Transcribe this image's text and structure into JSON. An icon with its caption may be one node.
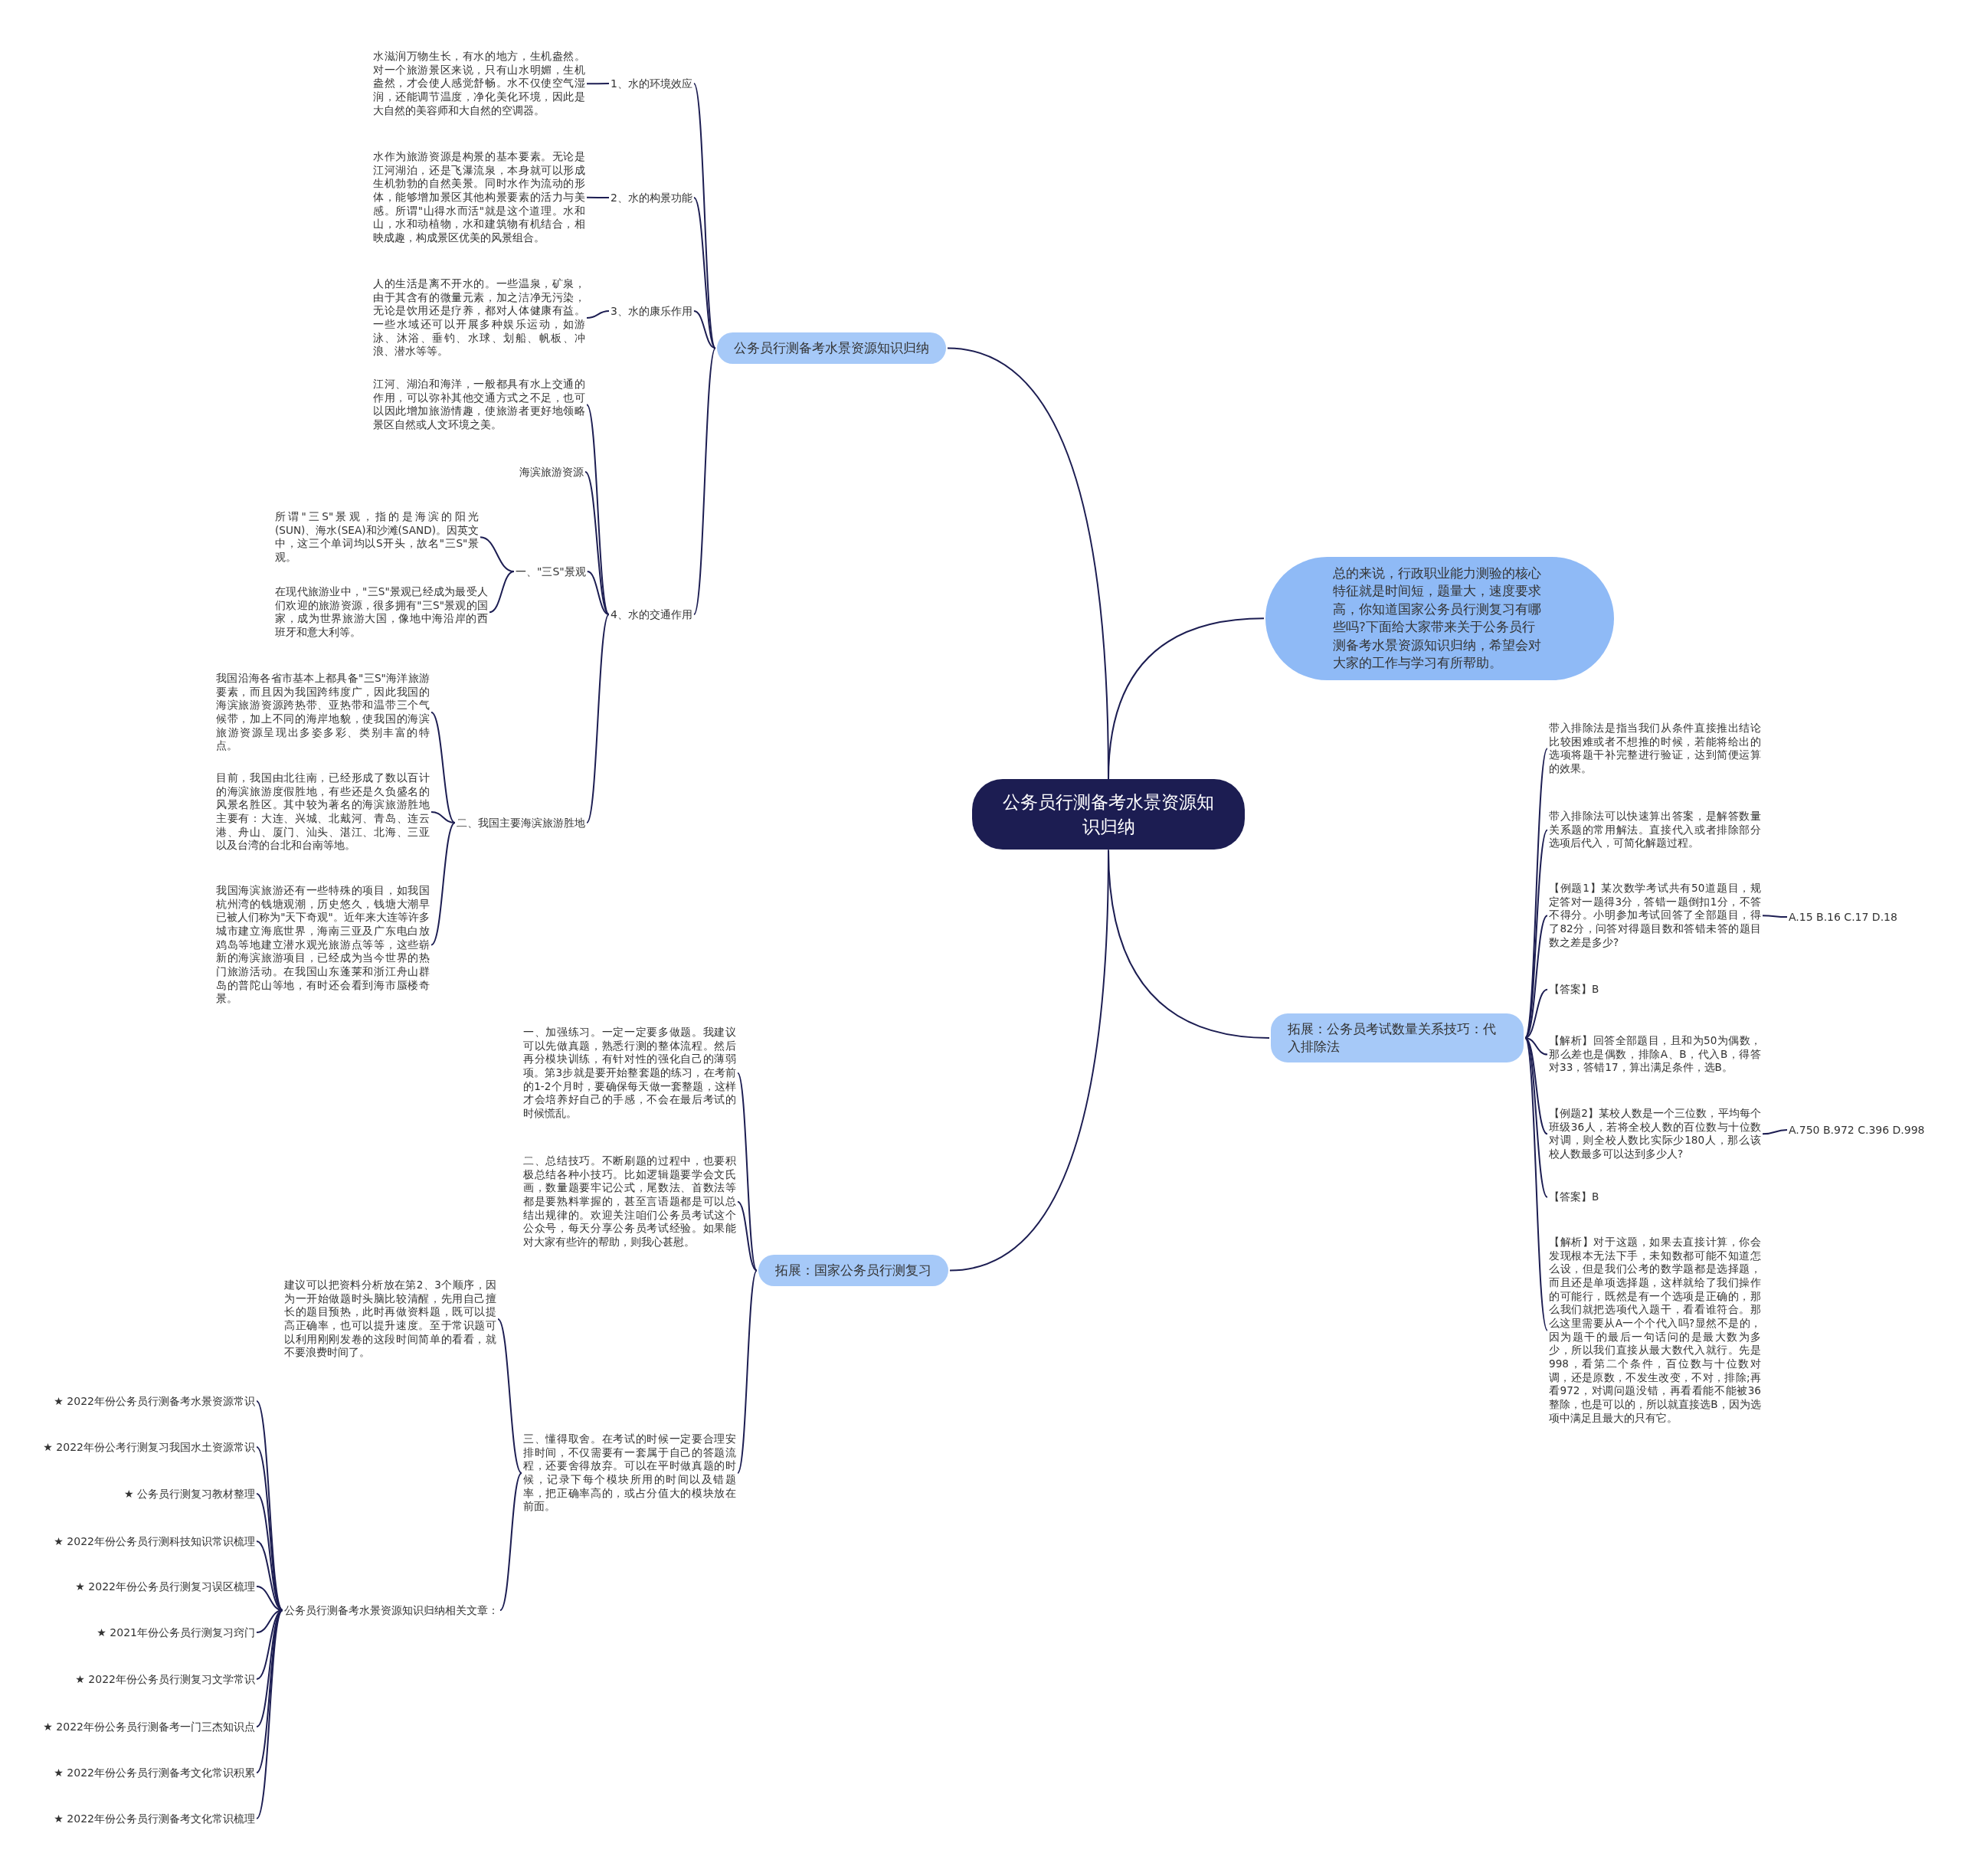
{
  "diagram": {
    "nodes": [
      {
        "text": [
          "公务员行测备考水景资源知识归纳"
        ]
      },
      {
        "text": [
          "公务员行测备考水景资源知识归纳"
        ]
      },
      {
        "text": [
          "1、水的环境效应"
        ]
      },
      {
        "text": [
          "水滋润万物生长，有水的地方，生机盎然。对一个旅游景区来说，只有山水明媚，生机盎然，才会使人感觉舒畅。水不仅使空气湿润，还能调节温度，净化美化环境，因此是大自然的美容师和大自然的空调器。"
        ]
      },
      {
        "text": [
          "2、水的构景功能"
        ]
      },
      {
        "text": [
          "水作为旅游资源是构景的基本要素。无论是江河湖泊，还是飞瀑流泉，本身就可以形成生机勃勃的自然美景。同时水作为流动的形体，能够增加景区其他构景要素的活力与美感。所谓\"山得水而活\"就是这个道理。水和山，水和动植物，水和建筑物有机结合，相映成趣，构成景区优美的风景组合。"
        ]
      },
      {
        "text": [
          "3、水的康乐作用"
        ]
      },
      {
        "text": [
          "人的生活是离不开水的。一些温泉，矿泉，由于其含有的微量元素，加之洁净无污染，无论是饮用还是疗养，都对人体健康有益。一些水域还可以开展多种娱乐运动，如游泳、沐浴、垂钓、水球、划船、帆板、冲浪、潜水等等。"
        ]
      },
      {
        "text": [
          "4、水的交通作用"
        ]
      },
      {
        "text": [
          "江河、湖泊和海洋，一般都具有水上交通的作用，可以弥补其他交通方式之不足，也可以因此增加旅游情趣，使旅游者更好地领略景区自然或人文环境之美。"
        ]
      },
      {
        "text": [
          "海滨旅游资源"
        ]
      },
      {
        "text": [
          "一、\"三S\"景观"
        ]
      },
      {
        "text": [
          "所谓\"三S\"景观，指的是海滨的阳光(SUN)、海水(SEA)和沙滩(SAND)。因英文中，这三个单词均以S开头，故名\"三S\"景观。"
        ]
      },
      {
        "text": [
          "在现代旅游业中，\"三S\"景观已经成为最受人们欢迎的旅游资源，很多拥有\"三S\"景观的国家，成为世界旅游大国，像地中海沿岸的西班牙和意大利等。"
        ]
      },
      {
        "text": [
          "二、我国主要海滨旅游胜地"
        ]
      },
      {
        "text": [
          "我国沿海各省市基本上都具备\"三S\"海洋旅游要素，而且因为我国跨纬度广，因此我国的海滨旅游资源跨热带、亚热带和温带三个气候带，加上不同的海岸地貌，使我国的海滨旅游资源呈现出多姿多彩、类别丰富的特点。"
        ]
      },
      {
        "text": [
          "目前，我国由北往南，已经形成了数以百计的海滨旅游度假胜地，有些还是久负盛名的风景名胜区。其中较为著名的海滨旅游胜地主要有：大连、兴城、北戴河、青岛、连云港、舟山、厦门、汕头、湛江、北海、三亚以及台湾的台北和台南等地。"
        ]
      },
      {
        "text": [
          "我国海滨旅游还有一些特殊的项目，如我国杭州湾的钱塘观潮，历史悠久，钱塘大潮早已被人们称为\"天下奇观\"。近年来大连等许多城市建立海底世界，海南三亚及广东电白放鸡岛等地建立潜水观光旅游点等等，这些崭新的海滨旅游项目，已经成为当今世界的热门旅游活动。在我国山东蓬莱和浙江舟山群岛的普陀山等地，有时还会看到海市蜃楼奇景。"
        ]
      },
      {
        "text": [
          "总的来说，行政职业能力测验的核心特征就是时间短，题量大，速度要求高，你知道国家公务员行测复习有哪些吗?下面给大家带来关于公务员行测备考水景资源知识归纳，希望会对大家的工作与学习有所帮助。"
        ]
      },
      {
        "text": [
          "拓展：公务员考试数量关系技巧：代入排除法"
        ]
      },
      {
        "text": [
          "带入排除法是指当我们从条件直接推出结论比较困难或者不想推的时候，若能将给出的选项将题干补完整进行验证，达到简便运算的效果。"
        ]
      },
      {
        "text": [
          "带入排除法可以快速算出答案，是解答数量关系题的常用解法。直接代入或者排除部分选项后代入，可简化解题过程。"
        ]
      },
      {
        "text": [
          "【例题1】某次数学考试共有50道题目，规定答对一题得3分，答错一题倒扣1分，不答不得分。小明参加考试回答了全部题目，得了82分，问答对得题目数和答错未答的题目数之差是多少?"
        ]
      },
      {
        "text": [
          "A.15 B.16 C.17 D.18"
        ]
      },
      {
        "text": [
          "【答案】B"
        ]
      },
      {
        "text": [
          "【解析】回答全部题目，且和为50为偶数，那么差也是偶数，排除A、B，代入B，得答对33，答错17，算出满足条件，选B。"
        ]
      },
      {
        "text": [
          "【例题2】某校人数是一个三位数，平均每个班级36人，若将全校人数的百位数与十位数对调，则全校人数比实际少180人，那么该校人数最多可以达到多少人?"
        ]
      },
      {
        "text": [
          "A.750 B.972 C.396 D.998"
        ]
      },
      {
        "text": [
          "【答案】B"
        ]
      },
      {
        "text": [
          "【解析】对于这题，如果去直接计算，你会发现根本无法下手，未知数都可能不知道怎么设，但是我们公考的数学题都是选择题，而且还是单项选择题，这样就给了我们操作的可能行，既然是有一个选项是正确的，那么我们就把选项代入题干，看看谁符合。那么这里需要从A一个个代入吗?显然不是的，因为题干的最后一句话问的是最大数为多少，所以我们直接从最大数代入就行。先是998，看第二个条件，百位数与十位数对调，还是原数，不发生改变，不对，排除;再看972，对调问题没错，再看看能不能被36整除，也是可以的，所以就直接选B，因为选项中满足且最大的只有它。"
        ]
      },
      {
        "text": [
          "拓展：国家公务员行测复习"
        ]
      },
      {
        "text": [
          "一、加强练习。一定一定要多做题。我建议可以先做真题，熟悉行测的整体流程。然后再分模块训练，有针对性的强化自己的薄弱项。第3步就是要开始整套题的练习，在考前的1-2个月时，要确保每天做一套整题，这样才会培养好自己的手感，不会在最后考试的时候慌乱。"
        ]
      },
      {
        "text": [
          "二、总结技巧。不断刷题的过程中，也要积极总结各种小技巧。比如逻辑题要学会文氏画，数量题要牢记公式，尾数法、首数法等都是要熟料掌握的，甚至言语题都是可以总结出规律的。欢迎关注咱们公务员考试这个公众号，每天分享公务员考试经验。如果能对大家有些许的帮助，则我心甚慰。"
        ]
      },
      {
        "text": [
          "三、懂得取舍。在考试的时候一定要合理安排时间，不仅需要有一套属于自己的答题流程，还要舍得放弃。可以在平时做真题的时候，记录下每个模块所用的时间以及错题率，把正确率高的，或占分值大的模块放在前面。"
        ]
      },
      {
        "text": [
          "建议可以把资料分析放在第2、3个顺序，因为一开始做题时头脑比较清醒，先用自己擅长的题目预热，此时再做资料题，既可以提高正确率，也可以提升速度。至于常识题可以利用刚刚发卷的这段时间简单的看看，就不要浪费时间了。"
        ]
      },
      {
        "text": [
          "公务员行测备考水景资源知识归纳相关文章："
        ]
      },
      {
        "text": [
          "★ 2022年份公务员行测备考水景资源常识"
        ]
      },
      {
        "text": [
          "★ 2022年份公考行测复习我国水土资源常识"
        ]
      },
      {
        "text": [
          "★ 公务员行测复习教材整理"
        ]
      },
      {
        "text": [
          "★ 2022年份公务员行测科技知识常识梳理"
        ]
      },
      {
        "text": [
          "★ 2022年份公务员行测复习误区梳理"
        ]
      },
      {
        "text": [
          "★ 2021年份公务员行测复习窍门"
        ]
      },
      {
        "text": [
          "★ 2022年份公务员行测复习文学常识"
        ]
      },
      {
        "text": [
          "★ 2022年份公务员行测备考一门三杰知识点"
        ]
      },
      {
        "text": [
          "★ 2022年份公务员行测备考文化常识积累"
        ]
      },
      {
        "text": [
          "★ 2022年份公务员行测备考文化常识梳理"
        ]
      }
    ],
    "edges": [
      {
        "from": 0,
        "to": 1,
        "arrow": "none"
      },
      {
        "from": 0,
        "to": 18,
        "arrow": "none"
      },
      {
        "from": 0,
        "to": 19,
        "arrow": "none"
      },
      {
        "from": 0,
        "to": 30,
        "arrow": "none"
      },
      {
        "from": 1,
        "to": 2,
        "arrow": "none"
      },
      {
        "from": 1,
        "to": 4,
        "arrow": "none"
      },
      {
        "from": 1,
        "to": 6,
        "arrow": "none"
      },
      {
        "from": 1,
        "to": 8,
        "arrow": "none"
      },
      {
        "from": 2,
        "to": 3,
        "arrow": "none"
      },
      {
        "from": 4,
        "to": 5,
        "arrow": "none"
      },
      {
        "from": 6,
        "to": 7,
        "arrow": "none"
      },
      {
        "from": 8,
        "to": 9,
        "arrow": "none"
      },
      {
        "from": 8,
        "to": 10,
        "arrow": "none"
      },
      {
        "from": 8,
        "to": 11,
        "arrow": "none"
      },
      {
        "from": 8,
        "to": 14,
        "arrow": "none"
      },
      {
        "from": 11,
        "to": 12,
        "arrow": "none"
      },
      {
        "from": 11,
        "to": 13,
        "arrow": "none"
      },
      {
        "from": 14,
        "to": 15,
        "arrow": "none"
      },
      {
        "from": 14,
        "to": 16,
        "arrow": "none"
      },
      {
        "from": 14,
        "to": 17,
        "arrow": "none"
      },
      {
        "from": 19,
        "to": 20,
        "arrow": "none"
      },
      {
        "from": 19,
        "to": 21,
        "arrow": "none"
      },
      {
        "from": 19,
        "to": 22,
        "arrow": "none"
      },
      {
        "from": 19,
        "to": 24,
        "arrow": "none"
      },
      {
        "from": 19,
        "to": 25,
        "arrow": "none"
      },
      {
        "from": 19,
        "to": 26,
        "arrow": "none"
      },
      {
        "from": 19,
        "to": 28,
        "arrow": "none"
      },
      {
        "from": 19,
        "to": 29,
        "arrow": "none"
      },
      {
        "from": 22,
        "to": 23,
        "arrow": "none"
      },
      {
        "from": 26,
        "to": 27,
        "arrow": "none"
      },
      {
        "from": 30,
        "to": 31,
        "arrow": "none"
      },
      {
        "from": 30,
        "to": 32,
        "arrow": "none"
      },
      {
        "from": 30,
        "to": 33,
        "arrow": "none"
      },
      {
        "from": 33,
        "to": 34,
        "arrow": "none"
      },
      {
        "from": 33,
        "to": 35,
        "arrow": "none"
      },
      {
        "from": 35,
        "to": 36,
        "arrow": "none"
      },
      {
        "from": 35,
        "to": 37,
        "arrow": "none"
      },
      {
        "from": 35,
        "to": 38,
        "arrow": "none"
      },
      {
        "from": 35,
        "to": 39,
        "arrow": "none"
      },
      {
        "from": 35,
        "to": 40,
        "arrow": "none"
      },
      {
        "from": 35,
        "to": 41,
        "arrow": "none"
      },
      {
        "from": 35,
        "to": 42,
        "arrow": "none"
      },
      {
        "from": 35,
        "to": 43,
        "arrow": "none"
      },
      {
        "from": 35,
        "to": 44,
        "arrow": "none"
      },
      {
        "from": 35,
        "to": 45,
        "arrow": "none"
      }
    ]
  }
}
